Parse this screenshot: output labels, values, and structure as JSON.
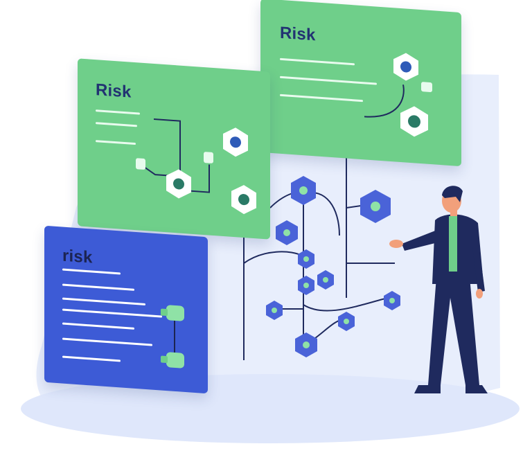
{
  "panels": {
    "green_left": {
      "title": "Risk"
    },
    "green_right": {
      "title": "Risk"
    },
    "blue": {
      "title": "risk"
    }
  },
  "colors": {
    "green_panel": "#6fcf8a",
    "blue_panel": "#3d5bd6",
    "navy": "#1f2a5e",
    "node_blue": "#4a63d8",
    "background_blob": "#e6ecfb"
  },
  "icons": [
    "network-node-icon",
    "shield-node-icon",
    "plug-icon",
    "person-figure"
  ]
}
